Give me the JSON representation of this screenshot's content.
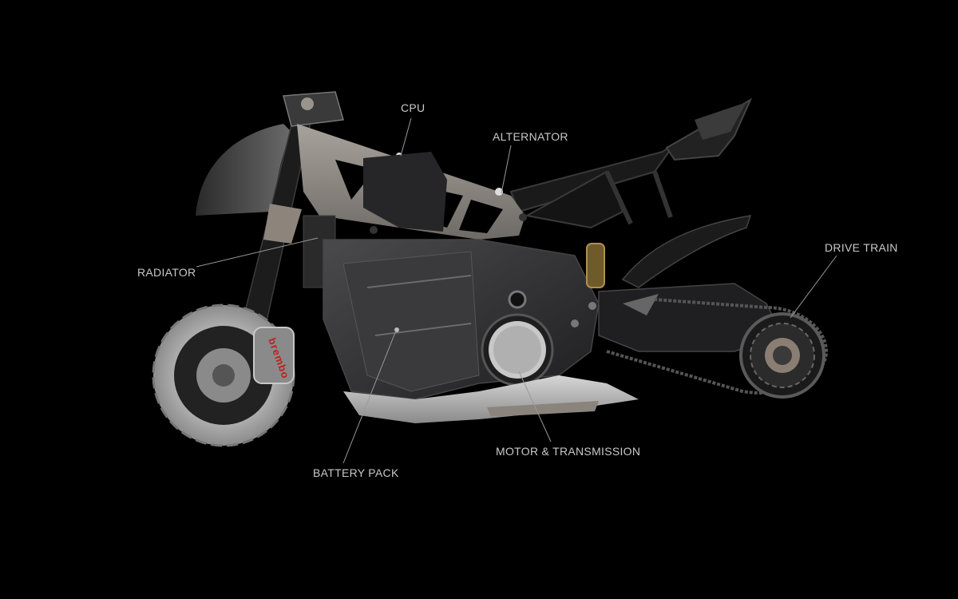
{
  "colors": {
    "background": "#000000",
    "label_text": "#c9c9c9",
    "leader_line": "#9a9a9a",
    "caliper_accent": "#c0201c",
    "frame": "#8a8580",
    "body_panel": "#2c2c2e"
  },
  "labels": {
    "cpu": "CPU",
    "alternator": "ALTERNATOR",
    "radiator": "RADIATOR",
    "drive_train": "DRIVE TRAIN",
    "motor_transmission": "MOTOR & TRANSMISSION",
    "battery_pack": "BATTERY PACK"
  },
  "caliper_brand": "brembo"
}
